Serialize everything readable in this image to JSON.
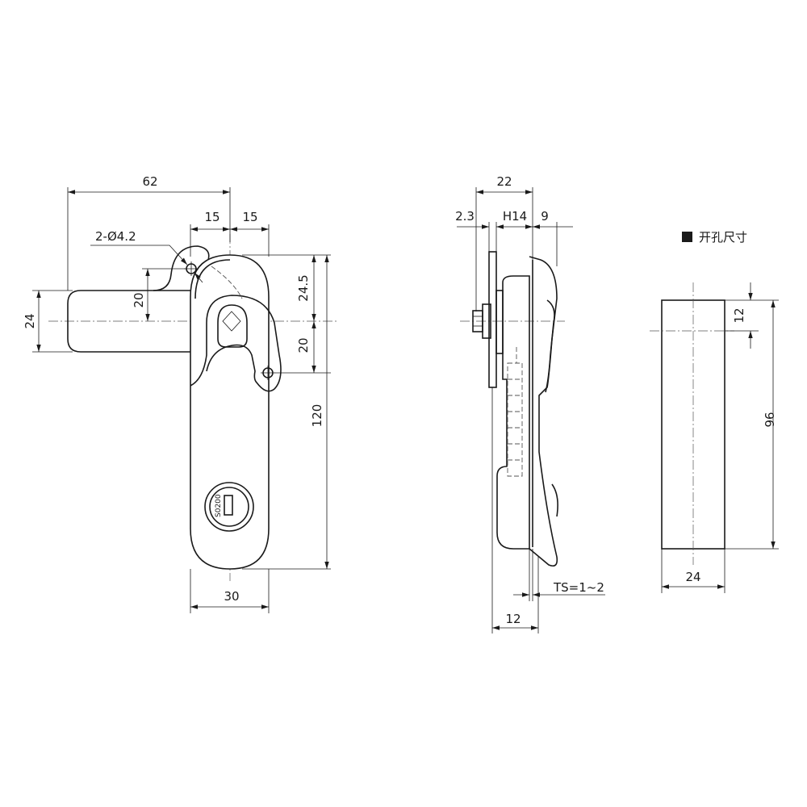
{
  "front_view": {
    "dims": {
      "overall_width": "62",
      "half_left": "15",
      "half_right": "15",
      "holes": "2-Ø4.2",
      "handle_height": "24",
      "handle_offset": "20",
      "top_to_center": "24.5",
      "center_to_hole": "20",
      "body_height": "120",
      "body_width": "30"
    },
    "lock_stamp": "S0200"
  },
  "side_view": {
    "dims": {
      "total_depth": "22",
      "plate": "2.3",
      "nut": "H14",
      "front": "9",
      "thickness": "TS=1~2",
      "bottom": "12"
    }
  },
  "cutout_view": {
    "title": "开孔尺寸",
    "dims": {
      "top": "12",
      "height": "96",
      "width": "24"
    }
  }
}
